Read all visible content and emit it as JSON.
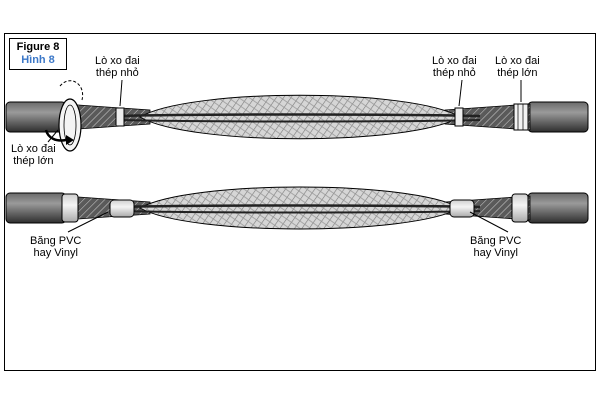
{
  "figure": {
    "label_en": "Figure 8",
    "label_vi": "Hình 8",
    "label_vi_color": "#3c78c8"
  },
  "labels": {
    "small_spring_left": [
      "Lò xo đai",
      "thép nhỏ"
    ],
    "small_spring_right": [
      "Lò xo đai",
      "thép nhỏ"
    ],
    "large_spring_right": [
      "Lò xo đai",
      "thép lớn"
    ],
    "large_spring_left": [
      "Lò xo đai",
      "thép lớn"
    ],
    "tape_left": [
      "Băng PVC",
      "hay Vinyl"
    ],
    "tape_right": [
      "Băng PVC",
      "hay Vinyl"
    ]
  },
  "colors": {
    "cable": "#4a4a4a",
    "mesh": "#bdbdbd",
    "tape": "#e6e6e6"
  },
  "icons": [
    "cable-end",
    "spring-band",
    "mesh-grip",
    "curved-arrow"
  ]
}
